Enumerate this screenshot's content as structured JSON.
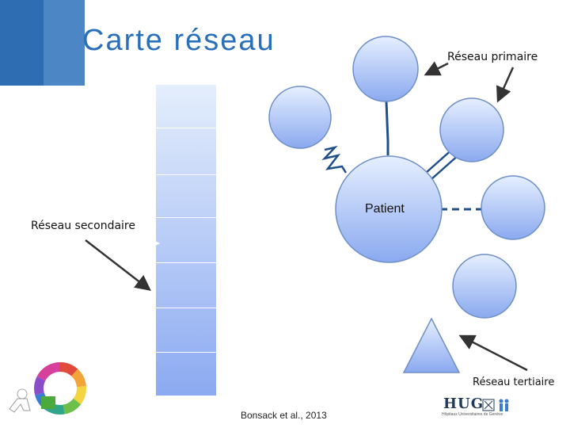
{
  "title": "Carte réseau",
  "labels": {
    "primary": "Réseau primaire",
    "secondary": "Réseau secondaire",
    "tertiary": "Réseau tertiaire",
    "patient": "Patient"
  },
  "citation": "Bonsack et al., 2013",
  "logo": {
    "name": "HUG",
    "subtitle": "Hôpitaux Universitaires de Genève"
  },
  "colors": {
    "header_dark": "#2f6db3",
    "header_light": "#4d86c4",
    "title": "#2a6fba",
    "node_stroke": "#6f8fc8",
    "link": "#1f4f8a"
  }
}
